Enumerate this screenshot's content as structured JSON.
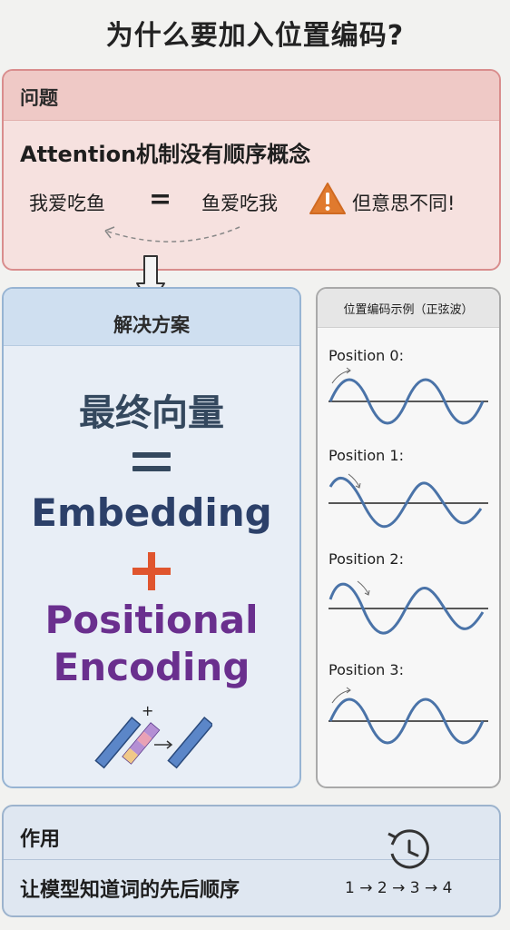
{
  "title": "为什么要加入位置编码?",
  "problem": {
    "label": "问题",
    "headline": "Attention机制没有顺序概念",
    "phrase_left": "我爱吃鱼",
    "equals": "=",
    "phrase_right": "鱼爱吃我",
    "conclusion": "但意思不同!",
    "warning_icon": "warning-triangle-icon"
  },
  "solution": {
    "label": "解决方案",
    "final_vector": "最终向量",
    "equals": "=",
    "embedding": "Embedding",
    "plus": "+",
    "positional": "Positional",
    "encoding": "Encoding",
    "mini_plus": "+"
  },
  "example": {
    "title": "位置编码示例（正弦波）",
    "positions": [
      "Position 0:",
      "Position 1:",
      "Position 2:",
      "Position 3:"
    ]
  },
  "effect": {
    "label": "作用",
    "text": "让模型知道词的先后顺序",
    "sequence": "1 → 2 → 3 → 4"
  },
  "colors": {
    "problem_bg": "#f6e1df",
    "solution_bg": "#e8eef6",
    "embedding": "#2c4069",
    "positional": "#6a2f8e",
    "plus": "#e0552e",
    "wave": "#4a73a8"
  }
}
